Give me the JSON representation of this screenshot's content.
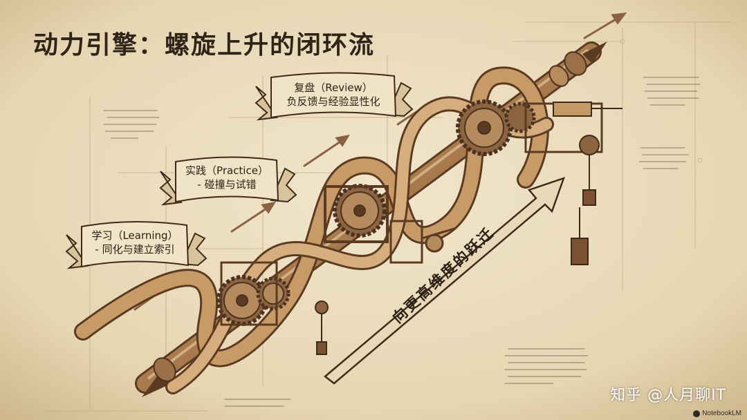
{
  "title": "动力引擎：螺旋上升的闭环流",
  "stages": [
    {
      "heading": "学习（Learning）",
      "description": "- 同化与建立索引"
    },
    {
      "heading": "实践（Practice）",
      "description": "- 碰撞与试错"
    },
    {
      "heading": "复盘（Review）",
      "description": "负反馈与经验显性化"
    }
  ],
  "arrow_label": "向更高维度的跃迁",
  "watermark": "知乎 @人月聊IT",
  "brand": "NotebookLM",
  "icons": [
    "spiral-engine-icon",
    "gear-icon",
    "pulley-weight-icon",
    "notebooklm-icon"
  ],
  "colors": {
    "parchment": "#ece0c4",
    "ink": "#2e2418",
    "wood": "#c49a66",
    "wood_dark": "#7a5232"
  }
}
